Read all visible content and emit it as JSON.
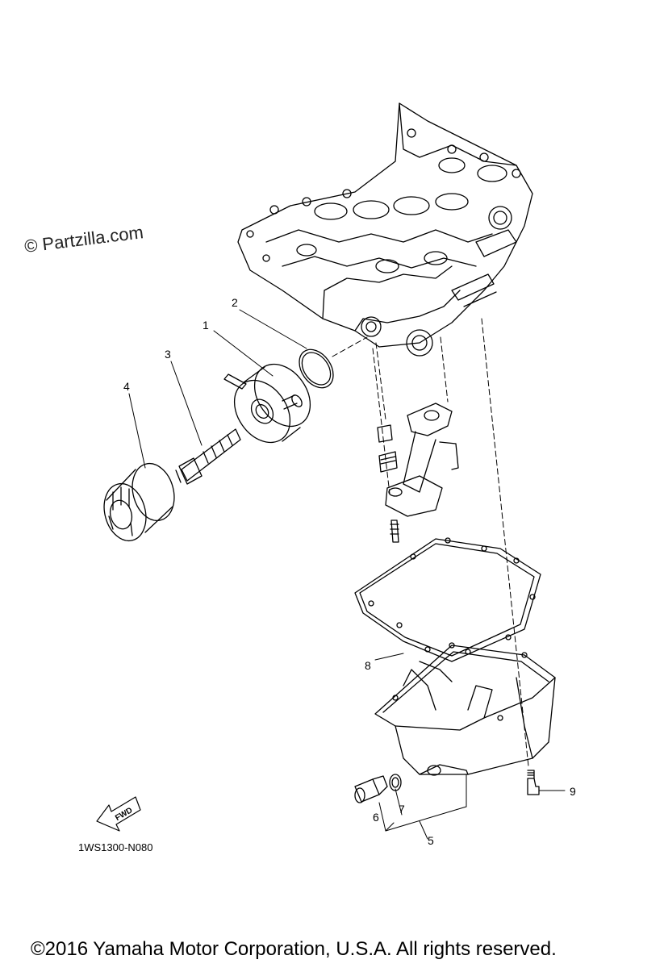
{
  "watermark": "© Partzilla.com",
  "diagram_code": "1WS1300-N080",
  "copyright": "©2016 Yamaha Motor Corporation, U.S.A. All rights reserved.",
  "fwd_label": "FWD",
  "callouts": [
    "1",
    "2",
    "3",
    "4",
    "5",
    "6",
    "7",
    "8",
    "9"
  ]
}
